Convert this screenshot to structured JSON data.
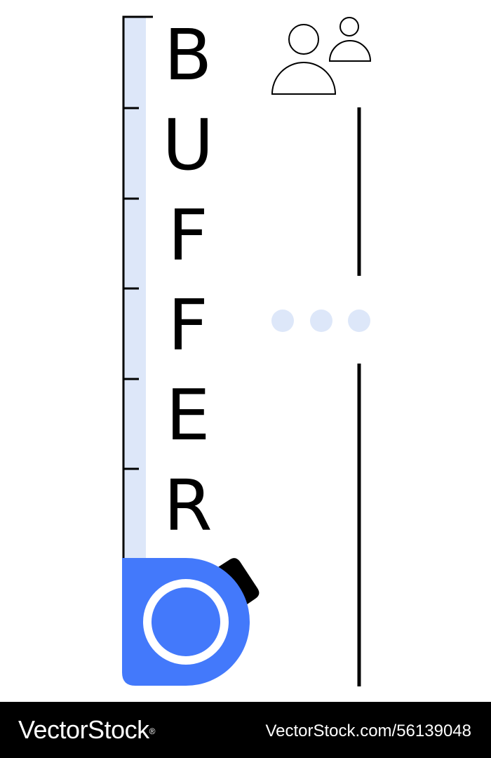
{
  "word": {
    "letters": [
      "B",
      "U",
      "F",
      "F",
      "E",
      "R"
    ]
  },
  "footer": {
    "brand": "VectorStock",
    "registered_mark": "®",
    "image_id": "VectorStock.com/56139048"
  },
  "icons": {
    "people": "users-icon",
    "ellipsis": "ellipsis-icon",
    "tape_measure": "tape-measure-icon"
  },
  "colors": {
    "tape_blade": "#dde7f9",
    "tape_case": "#4379fb",
    "tape_tab": "#000000",
    "ellipsis_dots": "#dde7f9",
    "text": "#000000",
    "footer_bg": "#000000",
    "footer_text": "#ffffff"
  }
}
